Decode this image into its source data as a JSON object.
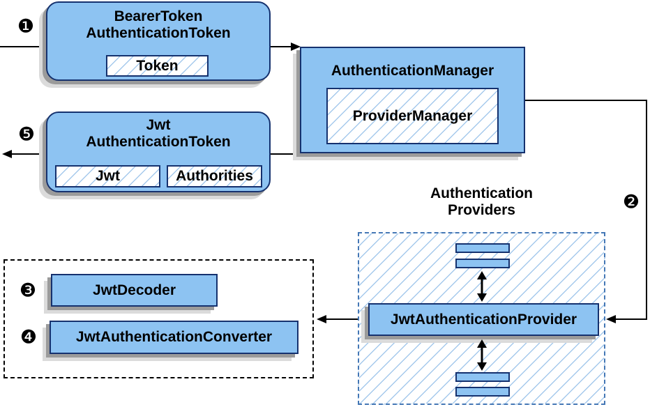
{
  "badges": {
    "step1": "❶",
    "step2": "❷",
    "step3": "❸",
    "step4": "❹",
    "step5": "❺"
  },
  "nodes": {
    "bearer_token_box": {
      "title_line1": "BearerToken",
      "title_line2": "AuthenticationToken",
      "field_token": "Token"
    },
    "authentication_manager_box": {
      "title": "AuthenticationManager",
      "inner_box": "ProviderManager"
    },
    "jwt_authentication_token_box": {
      "title_line1": "Jwt",
      "title_line2": "AuthenticationToken",
      "field_jwt": "Jwt",
      "field_authorities": "Authorities"
    },
    "authentication_providers_group": {
      "label_line1": "Authentication",
      "label_line2": "Providers",
      "provider_box": "JwtAuthenticationProvider"
    },
    "jwt_support_group": {
      "decoder_box": "JwtDecoder",
      "converter_box": "JwtAuthenticationConverter"
    }
  },
  "colors": {
    "node_fill": "#8dc3f2",
    "node_border": "#15316e",
    "hatch_line": "#a5c9ec",
    "providers_dashed_border": "#4477b5",
    "support_dotted_border": "#000000",
    "shadow_dark": "#9b9b9b",
    "shadow_light": "#dbdbdb",
    "arrow": "#000000",
    "background": "#ffffff"
  }
}
